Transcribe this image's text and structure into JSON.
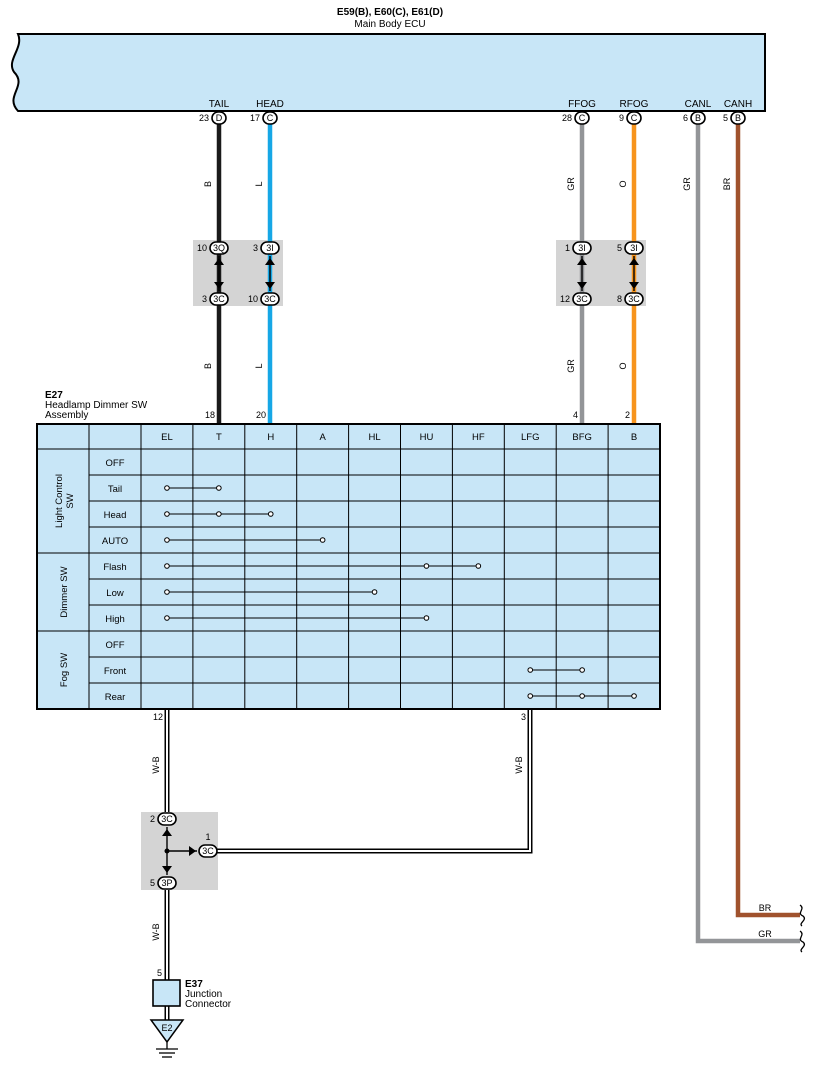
{
  "ecu": {
    "connectors": "E59(B), E60(C), E61(D)",
    "name": "Main Body ECU",
    "pins": [
      {
        "label": "TAIL",
        "num": "23",
        "conn": "D"
      },
      {
        "label": "HEAD",
        "num": "17",
        "conn": "C"
      },
      {
        "label": "FFOG",
        "num": "28",
        "conn": "C"
      },
      {
        "label": "RFOG",
        "num": "9",
        "conn": "C"
      },
      {
        "label": "CANL",
        "num": "6",
        "conn": "B"
      },
      {
        "label": "CANH",
        "num": "5",
        "conn": "B"
      }
    ]
  },
  "wires": {
    "tail": {
      "color_code": "B",
      "hex": "#1a1a1a"
    },
    "head": {
      "color_code": "L",
      "hex": "#16a7e6"
    },
    "ffog": {
      "color_code": "GR",
      "hex": "#939598"
    },
    "rfog": {
      "color_code": "O",
      "hex": "#f7941d"
    },
    "canl": {
      "color_code": "GR",
      "hex": "#939598"
    },
    "canh": {
      "color_code": "BR",
      "hex": "#a0522d"
    },
    "ground": {
      "color_code": "W-B"
    }
  },
  "junctions_top": [
    {
      "top_num": "10",
      "top_conn": "3Q",
      "bot_num": "3",
      "bot_conn": "3C"
    },
    {
      "top_num": "3",
      "top_conn": "3I",
      "bot_num": "10",
      "bot_conn": "3C"
    },
    {
      "top_num": "1",
      "top_conn": "3I",
      "bot_num": "12",
      "bot_conn": "3C"
    },
    {
      "top_num": "5",
      "top_conn": "3I",
      "bot_num": "8",
      "bot_conn": "3C"
    }
  ],
  "switch": {
    "id": "E27",
    "name": "Headlamp Dimmer SW Assembly",
    "name_line1": "Headlamp Dimmer SW",
    "name_line2": "Assembly",
    "pin_numbers": [
      "18",
      "20",
      "4",
      "2",
      "12",
      "3"
    ],
    "columns": [
      "EL",
      "T",
      "H",
      "A",
      "HL",
      "HU",
      "HF",
      "LFG",
      "BFG",
      "B"
    ],
    "groups": [
      {
        "name": "Light Control SW",
        "line1": "Light Control",
        "line2": "SW",
        "rows": [
          "OFF",
          "Tail",
          "Head",
          "AUTO"
        ]
      },
      {
        "name": "Dimmer SW",
        "line1": "Dimmer SW",
        "line2": "",
        "rows": [
          "Flash",
          "Low",
          "High"
        ]
      },
      {
        "name": "Fog SW",
        "line1": "Fog SW",
        "line2": "",
        "rows": [
          "OFF",
          "Front",
          "Rear"
        ]
      }
    ],
    "connections": [
      {
        "row": "Tail",
        "cols": [
          "EL",
          "T"
        ]
      },
      {
        "row": "Head",
        "cols": [
          "EL",
          "T",
          "H"
        ]
      },
      {
        "row": "AUTO",
        "cols": [
          "EL",
          "A"
        ]
      },
      {
        "row": "Flash",
        "cols": [
          "EL",
          "HU",
          "HF"
        ]
      },
      {
        "row": "Low",
        "cols": [
          "EL",
          "HL"
        ]
      },
      {
        "row": "High",
        "cols": [
          "EL",
          "HU"
        ]
      },
      {
        "row": "Front",
        "cols": [
          "LFG",
          "BFG"
        ]
      },
      {
        "row": "Rear",
        "cols": [
          "LFG",
          "BFG",
          "B"
        ]
      }
    ]
  },
  "junction_ground": {
    "top_num": "2",
    "top_conn": "3C",
    "side_num": "1",
    "side_conn": "3C",
    "bot_num": "5",
    "bot_conn": "3P"
  },
  "junction_connector": {
    "id": "E37",
    "line1": "Junction",
    "line2": "Connector",
    "pin": "5"
  },
  "ground": {
    "label": "E2"
  },
  "bottom_labels": {
    "br": "BR",
    "gr": "GR"
  },
  "colors": {
    "fill": "#c8e6f7",
    "junction_box": "#d4d4d4"
  }
}
